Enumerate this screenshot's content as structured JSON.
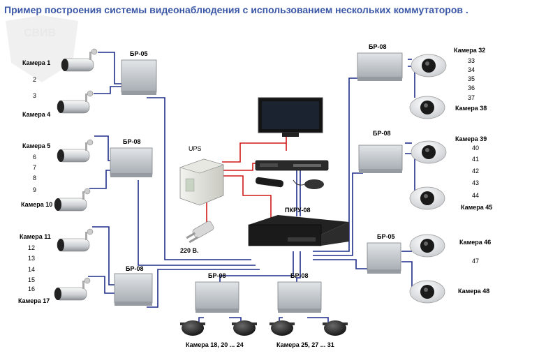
{
  "title": "Пример построения системы видеонаблюдения с использованием нескольких коммутаторов .",
  "watermark": "СВИВ",
  "colors": {
    "title": "#3b57a6",
    "data_line": "#1f2d8a",
    "power_line": "#d01818"
  },
  "devices": {
    "br_tl": "БР-05",
    "br_ml": "БР-08",
    "br_bl": "БР-08",
    "br_bc1": "БР-08",
    "br_bc2": "БР-08",
    "br_tr": "БР-08",
    "br_mr": "БР-08",
    "br_br": "БР-05",
    "ups": "UPS",
    "pkru": "ПКРУ-08",
    "power": "220 В."
  },
  "left_labels": {
    "l1": "Камера 1",
    "l2": "2",
    "l3": "3",
    "l4": "Камера 4",
    "l5": "Камера 5",
    "l6": "6",
    "l7": "7",
    "l8": "8",
    "l9": "9",
    "l10": "Камера 10",
    "l11": "Камера 11",
    "l12": "12",
    "l13": "13",
    "l14": "14",
    "l15": "15",
    "l16": "16",
    "l17": "Камера 17"
  },
  "right_labels": {
    "r32": "Камера 32",
    "r33": "33",
    "r34": "34",
    "r35": "35",
    "r36": "36",
    "r37": "37",
    "r38": "Камера 38",
    "r39": "Камера 39",
    "r40": "40",
    "r41": "41",
    "r42": "42",
    "r43": "43",
    "r44": "44",
    "r45": "Камера 45",
    "r46": "Камера 46",
    "r47": "47",
    "r48": "Камера 48"
  },
  "bottom_labels": {
    "b1": "Камера 18, 20 ... 24",
    "b2": "Камера 25, 27 ... 31"
  }
}
